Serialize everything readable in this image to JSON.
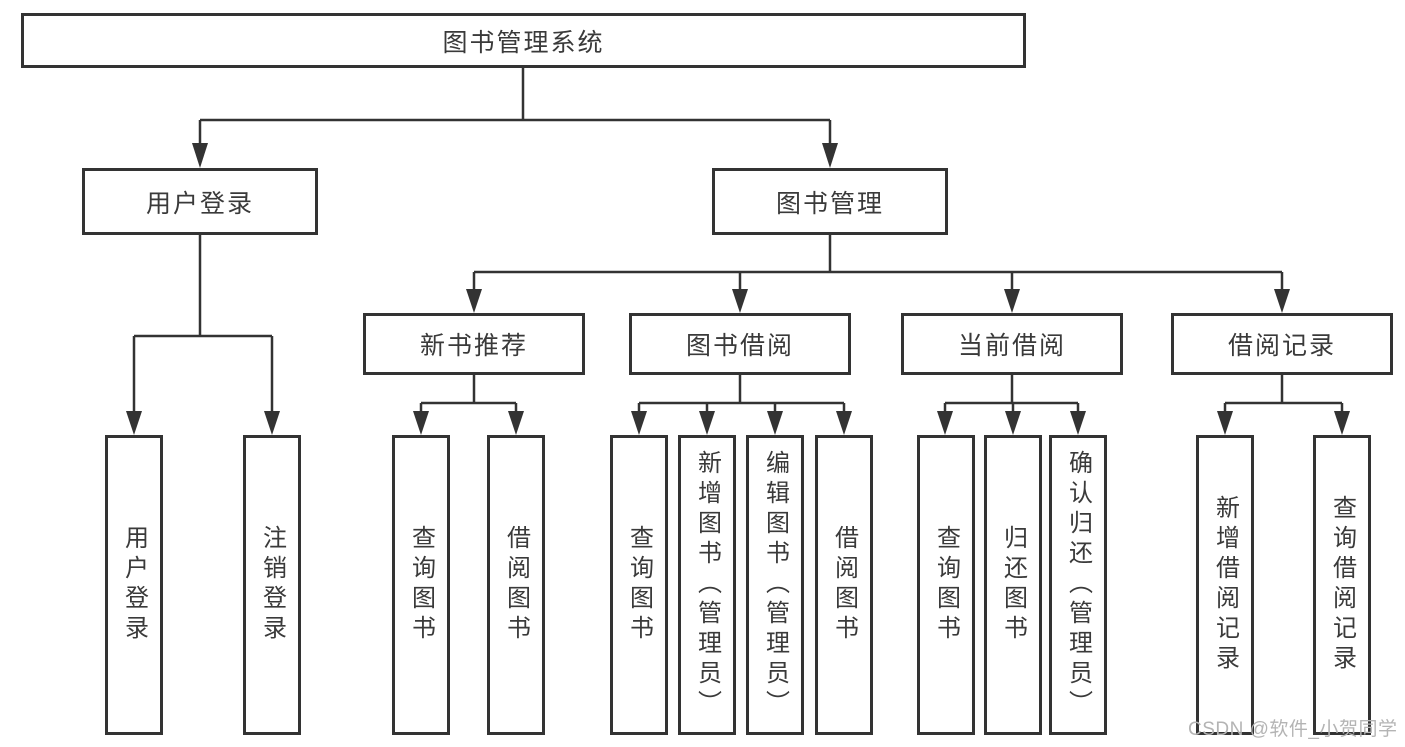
{
  "tree": {
    "root": "图书管理系统",
    "branches": [
      {
        "label": "用户登录",
        "children": [
          {
            "label": "用户登录"
          },
          {
            "label": "注销登录"
          }
        ]
      },
      {
        "label": "图书管理",
        "children": [
          {
            "label": "新书推荐",
            "children": [
              {
                "label": "查询图书"
              },
              {
                "label": "借阅图书"
              }
            ]
          },
          {
            "label": "图书借阅",
            "children": [
              {
                "label": "查询图书"
              },
              {
                "label": "新增图书（管理员）"
              },
              {
                "label": "编辑图书（管理员）"
              },
              {
                "label": "借阅图书"
              }
            ]
          },
          {
            "label": "当前借阅",
            "children": [
              {
                "label": "查询图书"
              },
              {
                "label": "归还图书"
              },
              {
                "label": "确认归还（管理员）"
              }
            ]
          },
          {
            "label": "借阅记录",
            "children": [
              {
                "label": "新增借阅记录"
              },
              {
                "label": "查询借阅记录"
              }
            ]
          }
        ]
      }
    ]
  },
  "watermark": "CSDN @软件_小贺同学",
  "colors": {
    "line": "#333333",
    "text": "#3a3a3a",
    "watermark": "#b4b4b4",
    "background": "#ffffff"
  }
}
